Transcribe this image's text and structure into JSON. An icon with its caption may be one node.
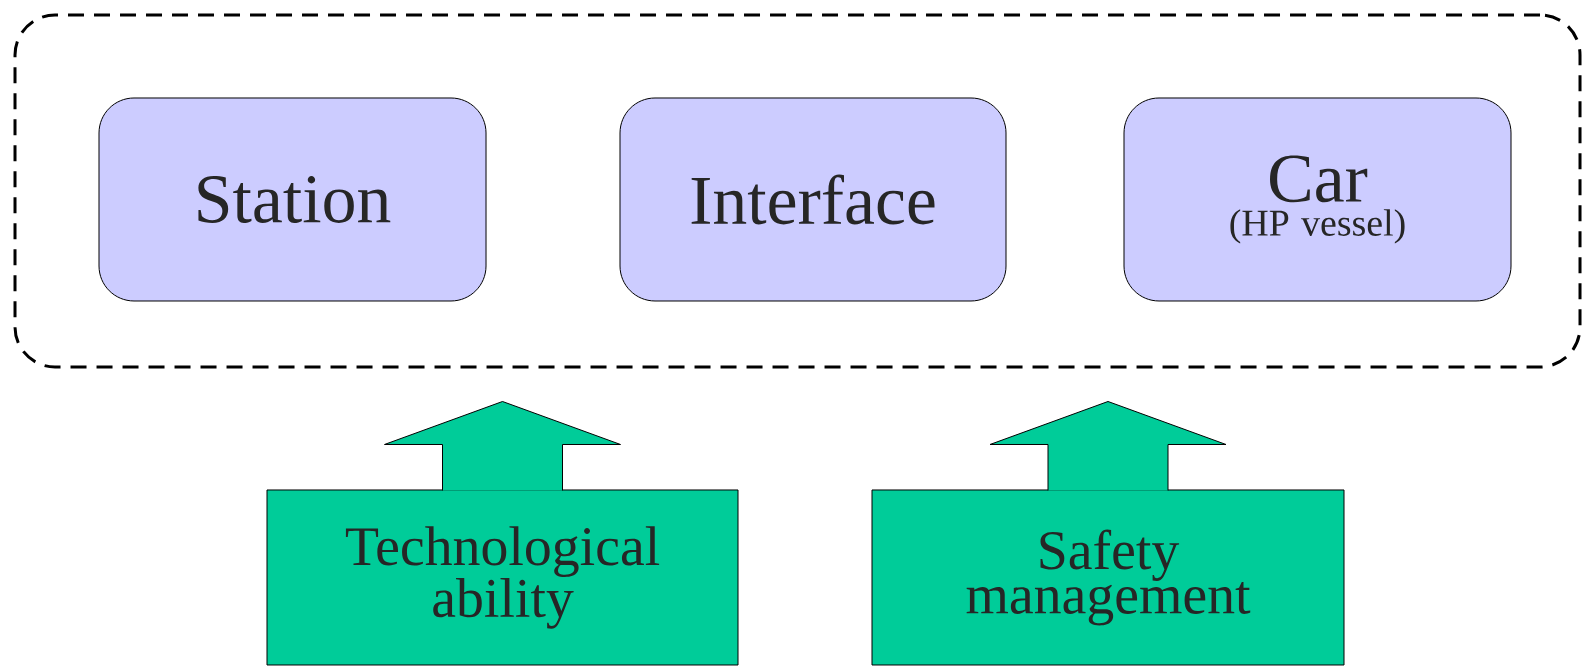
{
  "diagram": {
    "nodes": [
      {
        "text": [],
        "shape": "box"
      },
      {
        "text": [
          "Station"
        ],
        "in": 0
      },
      {
        "text": [
          "Interface"
        ],
        "in": 0
      },
      {
        "text": [
          "Car",
          "(HP vessel)"
        ],
        "in": 0
      },
      {
        "text": [
          "Technological ability"
        ]
      },
      {
        "text": [
          "Safety management"
        ]
      }
    ],
    "edges": [
      {
        "from": 4,
        "to": 0,
        "arrow": "to"
      },
      {
        "from": 5,
        "to": 0,
        "arrow": "to"
      }
    ]
  }
}
